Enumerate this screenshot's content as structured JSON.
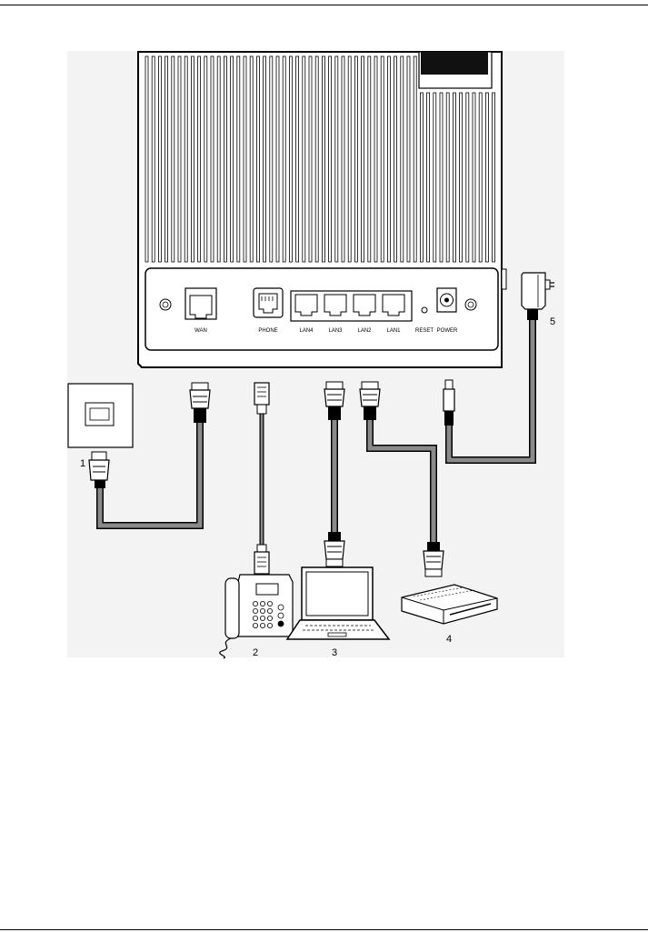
{
  "router": {
    "ports": {
      "wan": "WAN",
      "phone": "PHONE",
      "lan4": "LAN4",
      "lan3": "LAN3",
      "lan2": "LAN2",
      "lan1": "LAN1",
      "reset": "RESET",
      "power": "POWER"
    }
  },
  "callouts": {
    "wall_socket": "1",
    "telephone": "2",
    "computer": "3",
    "lan_device": "4",
    "power_adapter": "5"
  },
  "colors": {
    "line": "#000000",
    "cable": "#8a8a8a",
    "figure_bg": "#f2f2f2"
  }
}
